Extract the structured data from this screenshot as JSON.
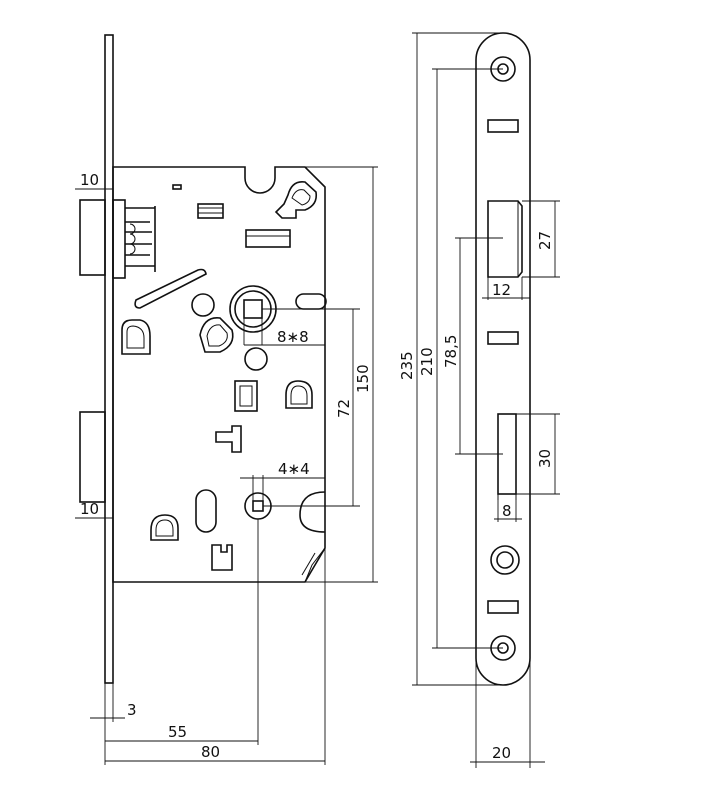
{
  "dimensions": {
    "front_top_block": "10",
    "front_bottom_block": "10",
    "follower_square": "8∗8",
    "spindle_square": "4∗4",
    "backset": "55",
    "case_width": "80",
    "faceplate_thickness": "3",
    "center_distance": "72",
    "case_height": "150",
    "faceplate_length": "235",
    "screw_distance": "210",
    "slot_distance": "78,5",
    "latch_height": "27",
    "latch_width": "12",
    "bolt_height": "30",
    "bolt_width": "8",
    "faceplate_width": "20"
  }
}
